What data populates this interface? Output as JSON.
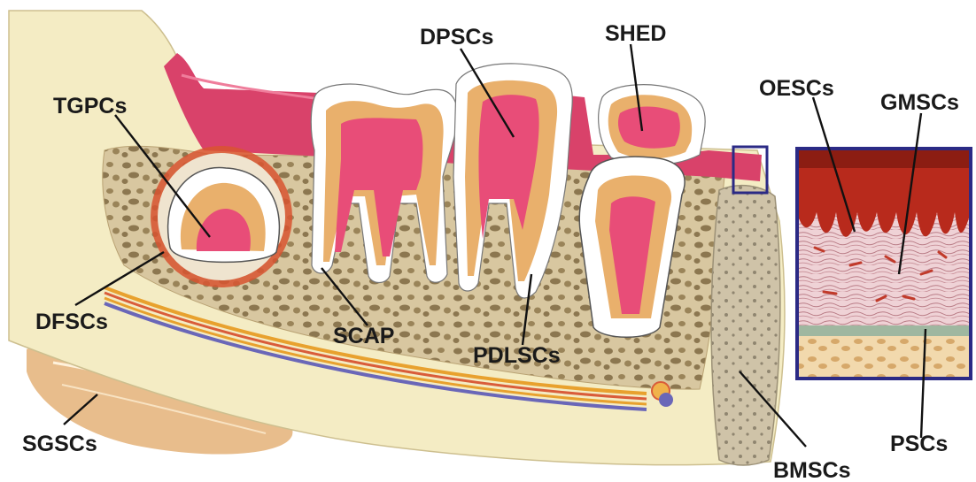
{
  "labels": {
    "tgpcs": "TGPCs",
    "dpscs": "DPSCs",
    "shed": "SHED",
    "oescs": "OESCs",
    "gmscs": "GMSCs",
    "dfscs": "DFSCs",
    "scap": "SCAP",
    "pdlscs": "PDLSCs",
    "sgscs": "SGSCs",
    "bmscs": "BMSCs",
    "pscs": "PSCs"
  },
  "colors": {
    "gum": "#d9426a",
    "bone": "#c9b48a",
    "jaw": "#f4ecc4",
    "enamel": "#ffffff",
    "dentin": "#e9b06c",
    "pulp": "#e84d78",
    "inset_frame": "#2b2a85",
    "epithelium": "#b82a1c",
    "gland": "#d9a46a"
  }
}
